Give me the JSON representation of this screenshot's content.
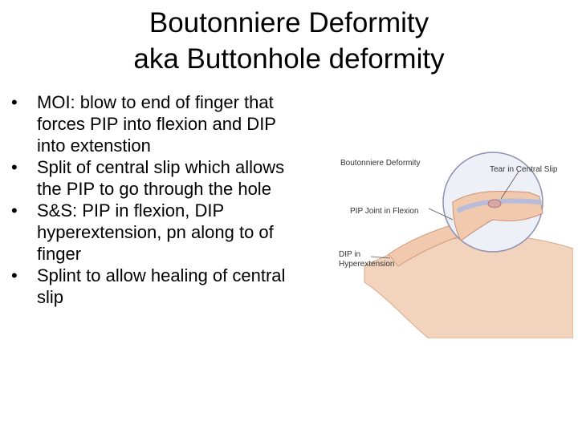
{
  "title": {
    "line1": "Boutonniere Deformity",
    "line2": "aka Buttonhole deformity"
  },
  "bullets": [
    "MOI: blow to end of finger that forces PIP into flexion and DIP into extenstion",
    "Split of central slip which allows the PIP to go through the hole",
    "S&S: PIP in flexion, DIP hyperextension, pn along to of finger",
    "Splint to allow healing of central slip"
  ],
  "figure": {
    "heading": "Boutonniere Deformity",
    "label_tear": "Tear in Central Slip",
    "label_pip": "PIP Joint in Flexion",
    "label_dip_line1": "DIP in",
    "label_dip_line2": "Hyperextension"
  }
}
